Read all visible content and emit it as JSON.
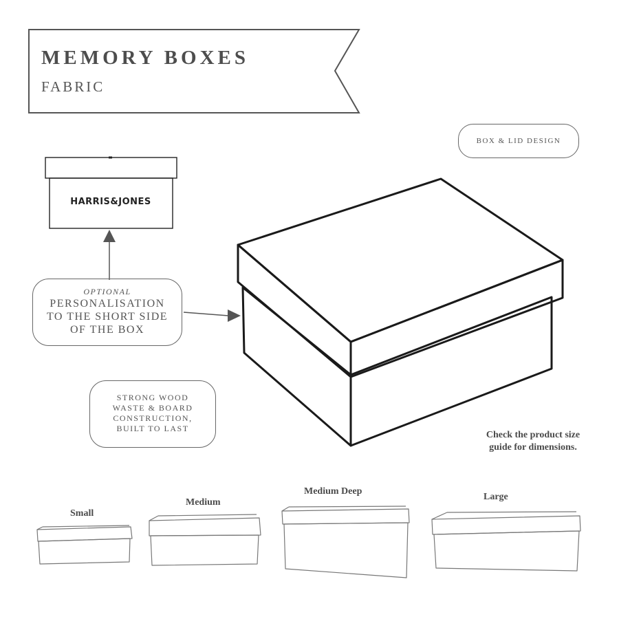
{
  "banner": {
    "title": "MEMORY BOXES",
    "subtitle": "FABRIC"
  },
  "design_label": "BOX & LID DESIGN",
  "personalisation": {
    "optional": "OPTIONAL",
    "line1": "PERSONALISATION",
    "line2": "TO THE SHORT SIDE",
    "line3": "OF THE BOX"
  },
  "construction": {
    "line1": "STRONG WOOD",
    "line2": "WASTE & BOARD",
    "line3": "CONSTRUCTION,",
    "line4": "BUILT TO LAST"
  },
  "brand_text": "HARRIS&JONES",
  "size_guide": {
    "line1": "Check the product size",
    "line2": "guide for dimensions."
  },
  "sizes": [
    "Small",
    "Medium",
    "Medium Deep",
    "Large"
  ],
  "colors": {
    "line": "#1a1a1a",
    "text": "#555555",
    "thumb": "#777777"
  }
}
